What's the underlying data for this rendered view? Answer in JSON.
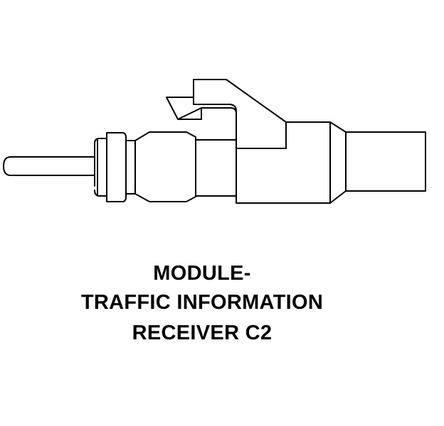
{
  "diagram": {
    "caption_lines": [
      "MODULE-",
      "TRAFFIC INFORMATION",
      "RECEIVER C2"
    ],
    "line_color": "#000000",
    "background_color": "#ffffff"
  }
}
